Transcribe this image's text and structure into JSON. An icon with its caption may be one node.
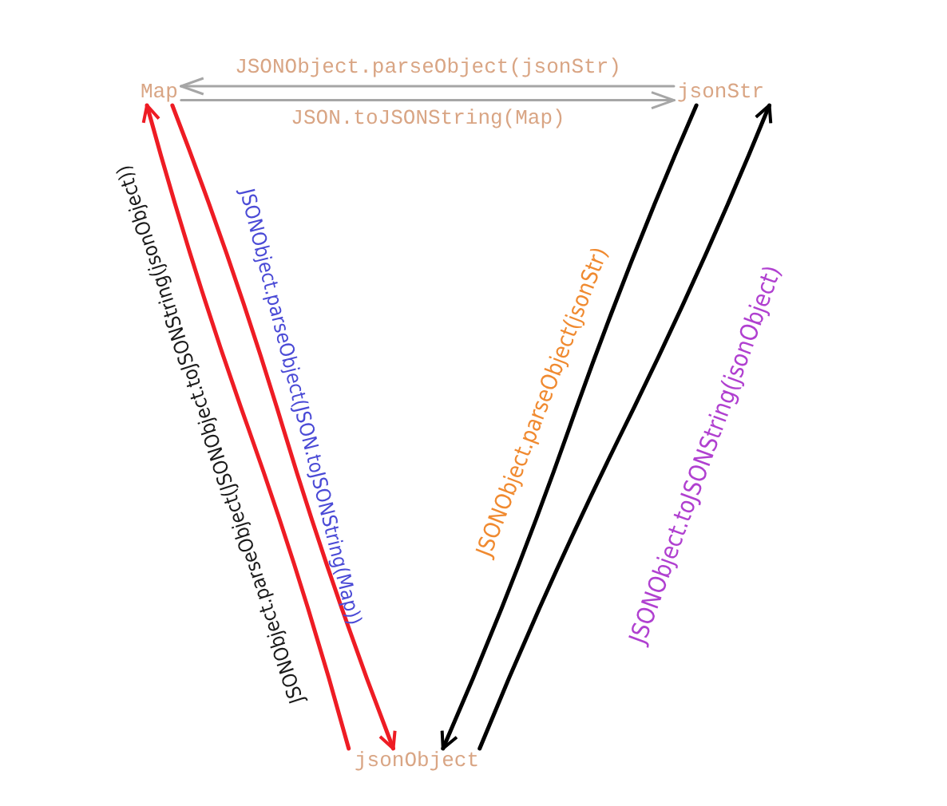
{
  "diagram": {
    "nodes": [
      {
        "text": [
          "Map"
        ]
      },
      {
        "text": [
          "jsonStr"
        ]
      },
      {
        "text": [
          "jsonObject"
        ]
      }
    ],
    "edges": [
      {
        "from": 1,
        "to": 0,
        "arrow": "to",
        "label": "JSONObject.parseObject(jsonStr)",
        "color": "#a6a6a6"
      },
      {
        "from": 0,
        "to": 1,
        "arrow": "to",
        "label": "JSON.toJSONString(Map)",
        "color": "#a6a6a6"
      },
      {
        "from": 2,
        "to": 0,
        "arrow": "to",
        "label": "JSONObject.parseObject(JSONObject.toJSONString(jsonObject))",
        "color": "#ee1c24"
      },
      {
        "from": 0,
        "to": 2,
        "arrow": "to",
        "label": "JSONObject.parseObject(JSON.toJSONString(Map))",
        "color": "#ee1c24"
      },
      {
        "from": 1,
        "to": 2,
        "arrow": "to",
        "label": "JSONObject.parseObject(jsonStr)",
        "color": "#000000"
      },
      {
        "from": 2,
        "to": 1,
        "arrow": "to",
        "label": "JSONObject.toJSONString(jsonObject)",
        "color": "#000000"
      }
    ]
  }
}
